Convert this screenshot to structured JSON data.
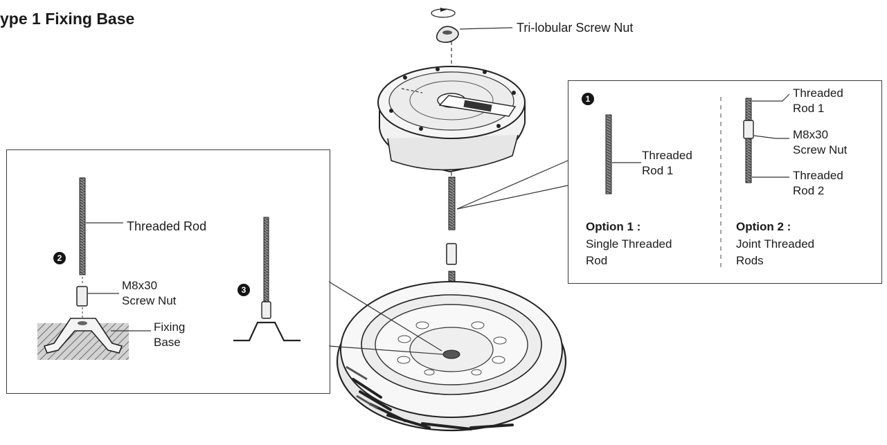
{
  "title": "ype 1 Fixing Base",
  "callouts": {
    "nut": "Tri-lobular Screw Nut"
  },
  "left_panel": {
    "step2_badge": "2",
    "step3_badge": "3",
    "threaded_rod": "Threaded Rod",
    "screw_nut_line1": "M8x30",
    "screw_nut_line2": "Screw Nut",
    "fixing_base_line1": "Fixing",
    "fixing_base_line2": "Base"
  },
  "right_panel": {
    "step1_badge": "1",
    "option1": {
      "rod_label_line1": "Threaded",
      "rod_label_line2": "Rod 1",
      "heading": "Option 1 :",
      "desc_line1": "Single Threaded",
      "desc_line2": "Rod"
    },
    "option2": {
      "rod1_line1": "Threaded",
      "rod1_line2": "Rod 1",
      "nut_line1": "M8x30",
      "nut_line2": "Screw Nut",
      "rod2_line1": "Threaded",
      "rod2_line2": "Rod 2",
      "heading": "Option 2 :",
      "desc_line1": "Joint Threaded",
      "desc_line2": "Rods"
    }
  }
}
